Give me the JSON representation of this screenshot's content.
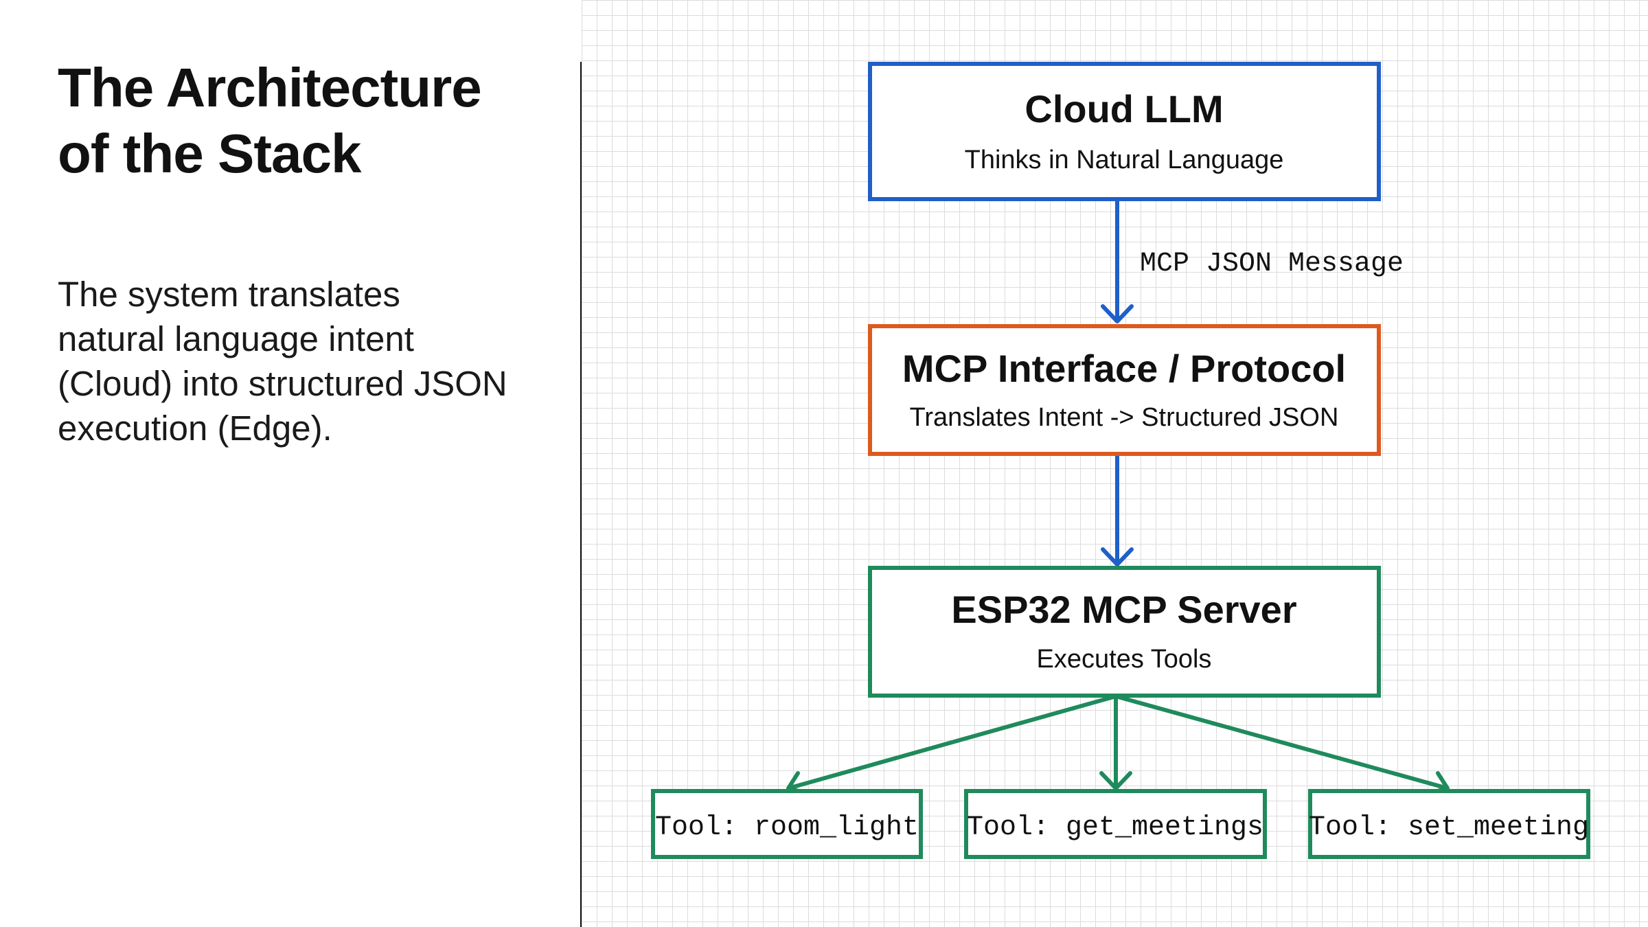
{
  "slide": {
    "title_lines": [
      "The Architecture",
      "of the Stack"
    ],
    "body_lines": [
      "The system translates",
      "natural language intent",
      "(Cloud) into structured JSON",
      "execution (Edge)."
    ]
  },
  "diagram": {
    "nodes": {
      "cloud_llm": {
        "title": "Cloud LLM",
        "subtitle": "Thinks in Natural Language",
        "color": "#1f5fc8"
      },
      "mcp_interface": {
        "title": "MCP Interface / Protocol",
        "subtitle": "Translates Intent -> Structured JSON",
        "color": "#dd5a1e"
      },
      "esp32_server": {
        "title": "ESP32 MCP Server",
        "subtitle": "Executes Tools",
        "color": "#1f8a5c"
      }
    },
    "tools": [
      {
        "label": "Tool: room_light"
      },
      {
        "label": "Tool: get_meetings"
      },
      {
        "label": "Tool: set_meeting"
      }
    ],
    "edges": {
      "llm_to_mcp_label": "MCP JSON Message"
    },
    "colors": {
      "blue": "#1f5fc8",
      "orange": "#dd5a1e",
      "green": "#1f8a5c",
      "grid": "#dcdcdc"
    }
  }
}
